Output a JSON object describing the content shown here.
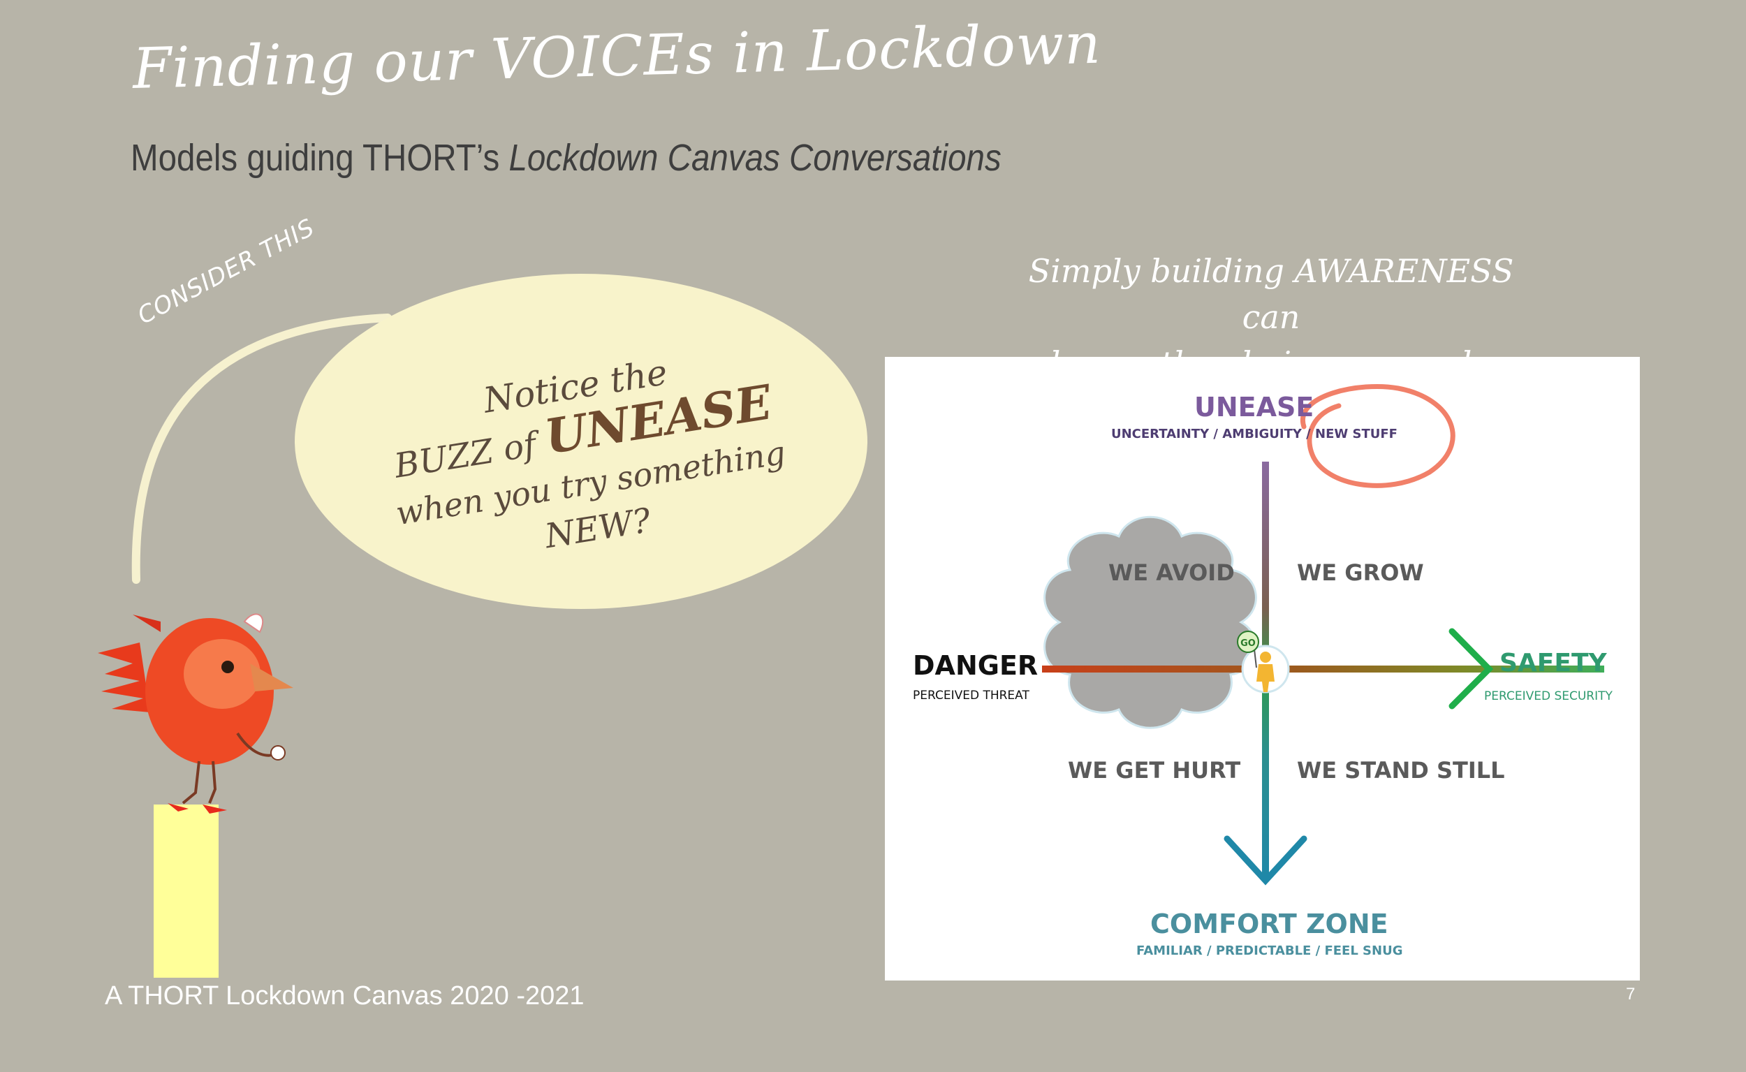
{
  "title": "Finding our VOICEs in Lockdown",
  "subtitle": {
    "prefix": "Models guiding THORT’s ",
    "italic": "Lockdown Canvas Conversations"
  },
  "tagline": {
    "line1": "Simply building AWARENESS can",
    "line2": "change the choices we make."
  },
  "bubble": {
    "consider": "CONSIDER THIS",
    "line1": "Notice the",
    "line2_prefix": "BUZZ of ",
    "line2_emphasis": "UNEASE",
    "line3": "when you try something",
    "line4": "NEW?"
  },
  "diagram": {
    "top": {
      "title": "UNEASE",
      "subtitle": "UNCERTAINTY / AMBIGUITY / NEW STUFF"
    },
    "left": {
      "title": "DANGER",
      "subtitle": "PERCEIVED THREAT"
    },
    "right": {
      "title": "SAFETY",
      "subtitle": "PERCEIVED SECURITY"
    },
    "bottom": {
      "title": "COMFORT ZONE",
      "subtitle": "FAMILIAR / PREDICTABLE / FEEL SNUG"
    },
    "quadrants": {
      "top_left": "WE AVOID",
      "top_right": "WE GROW",
      "bottom_left": "WE GET HURT",
      "bottom_right": "WE STAND STILL"
    },
    "go_sign": "GO"
  },
  "footer": "A THORT Lockdown Canvas 2020 -2021",
  "page_number": "7",
  "colors": {
    "background": "#b7b4a8",
    "bubble": "#f8f3cb",
    "pedestal": "#ffff99",
    "unease": "#7b5a9c",
    "safety": "#2f9a6f",
    "comfort": "#4a8f9e",
    "highlight_circle": "#ee6a4f"
  }
}
